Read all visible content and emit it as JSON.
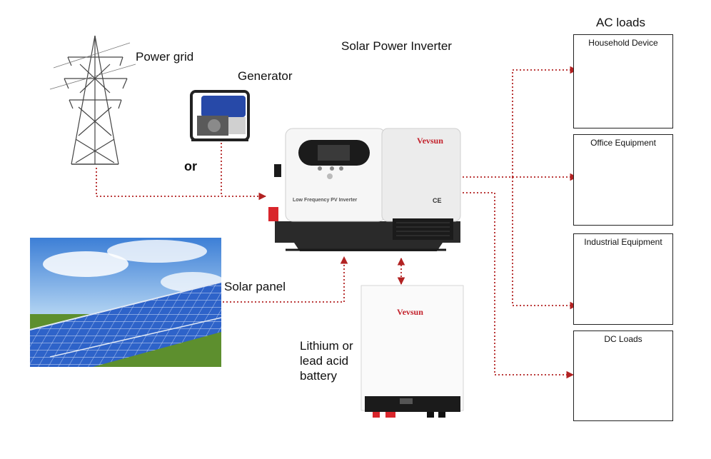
{
  "title": "Solar Power Inverter",
  "sources": {
    "grid_label": "Power grid",
    "generator_label": "Generator",
    "or_label": "or",
    "solar_label": "Solar panel"
  },
  "inverter": {
    "brand": "Vevsun",
    "model_text": "Low Frequency PV Inverter",
    "cert_text": "CE"
  },
  "battery": {
    "brand": "Vevsun",
    "label_line1": "Lithium or",
    "label_line2": "lead acid",
    "label_line3": "battery"
  },
  "loads": {
    "ac_header": "AC loads",
    "boxes": [
      {
        "title": "Household Device"
      },
      {
        "title": "Office Equipment"
      },
      {
        "title": "Industrial Equipment"
      },
      {
        "title": "DC Loads"
      }
    ]
  },
  "colors": {
    "line": "#b22222",
    "inverter_body": "#f2f2f2",
    "inverter_base": "#2a2a2a",
    "screen": "#1b1b1b",
    "accent_red": "#d9262c",
    "sky": "#5b9be0",
    "panel_blue": "#2e63c9",
    "grass": "#5d8f2e"
  }
}
